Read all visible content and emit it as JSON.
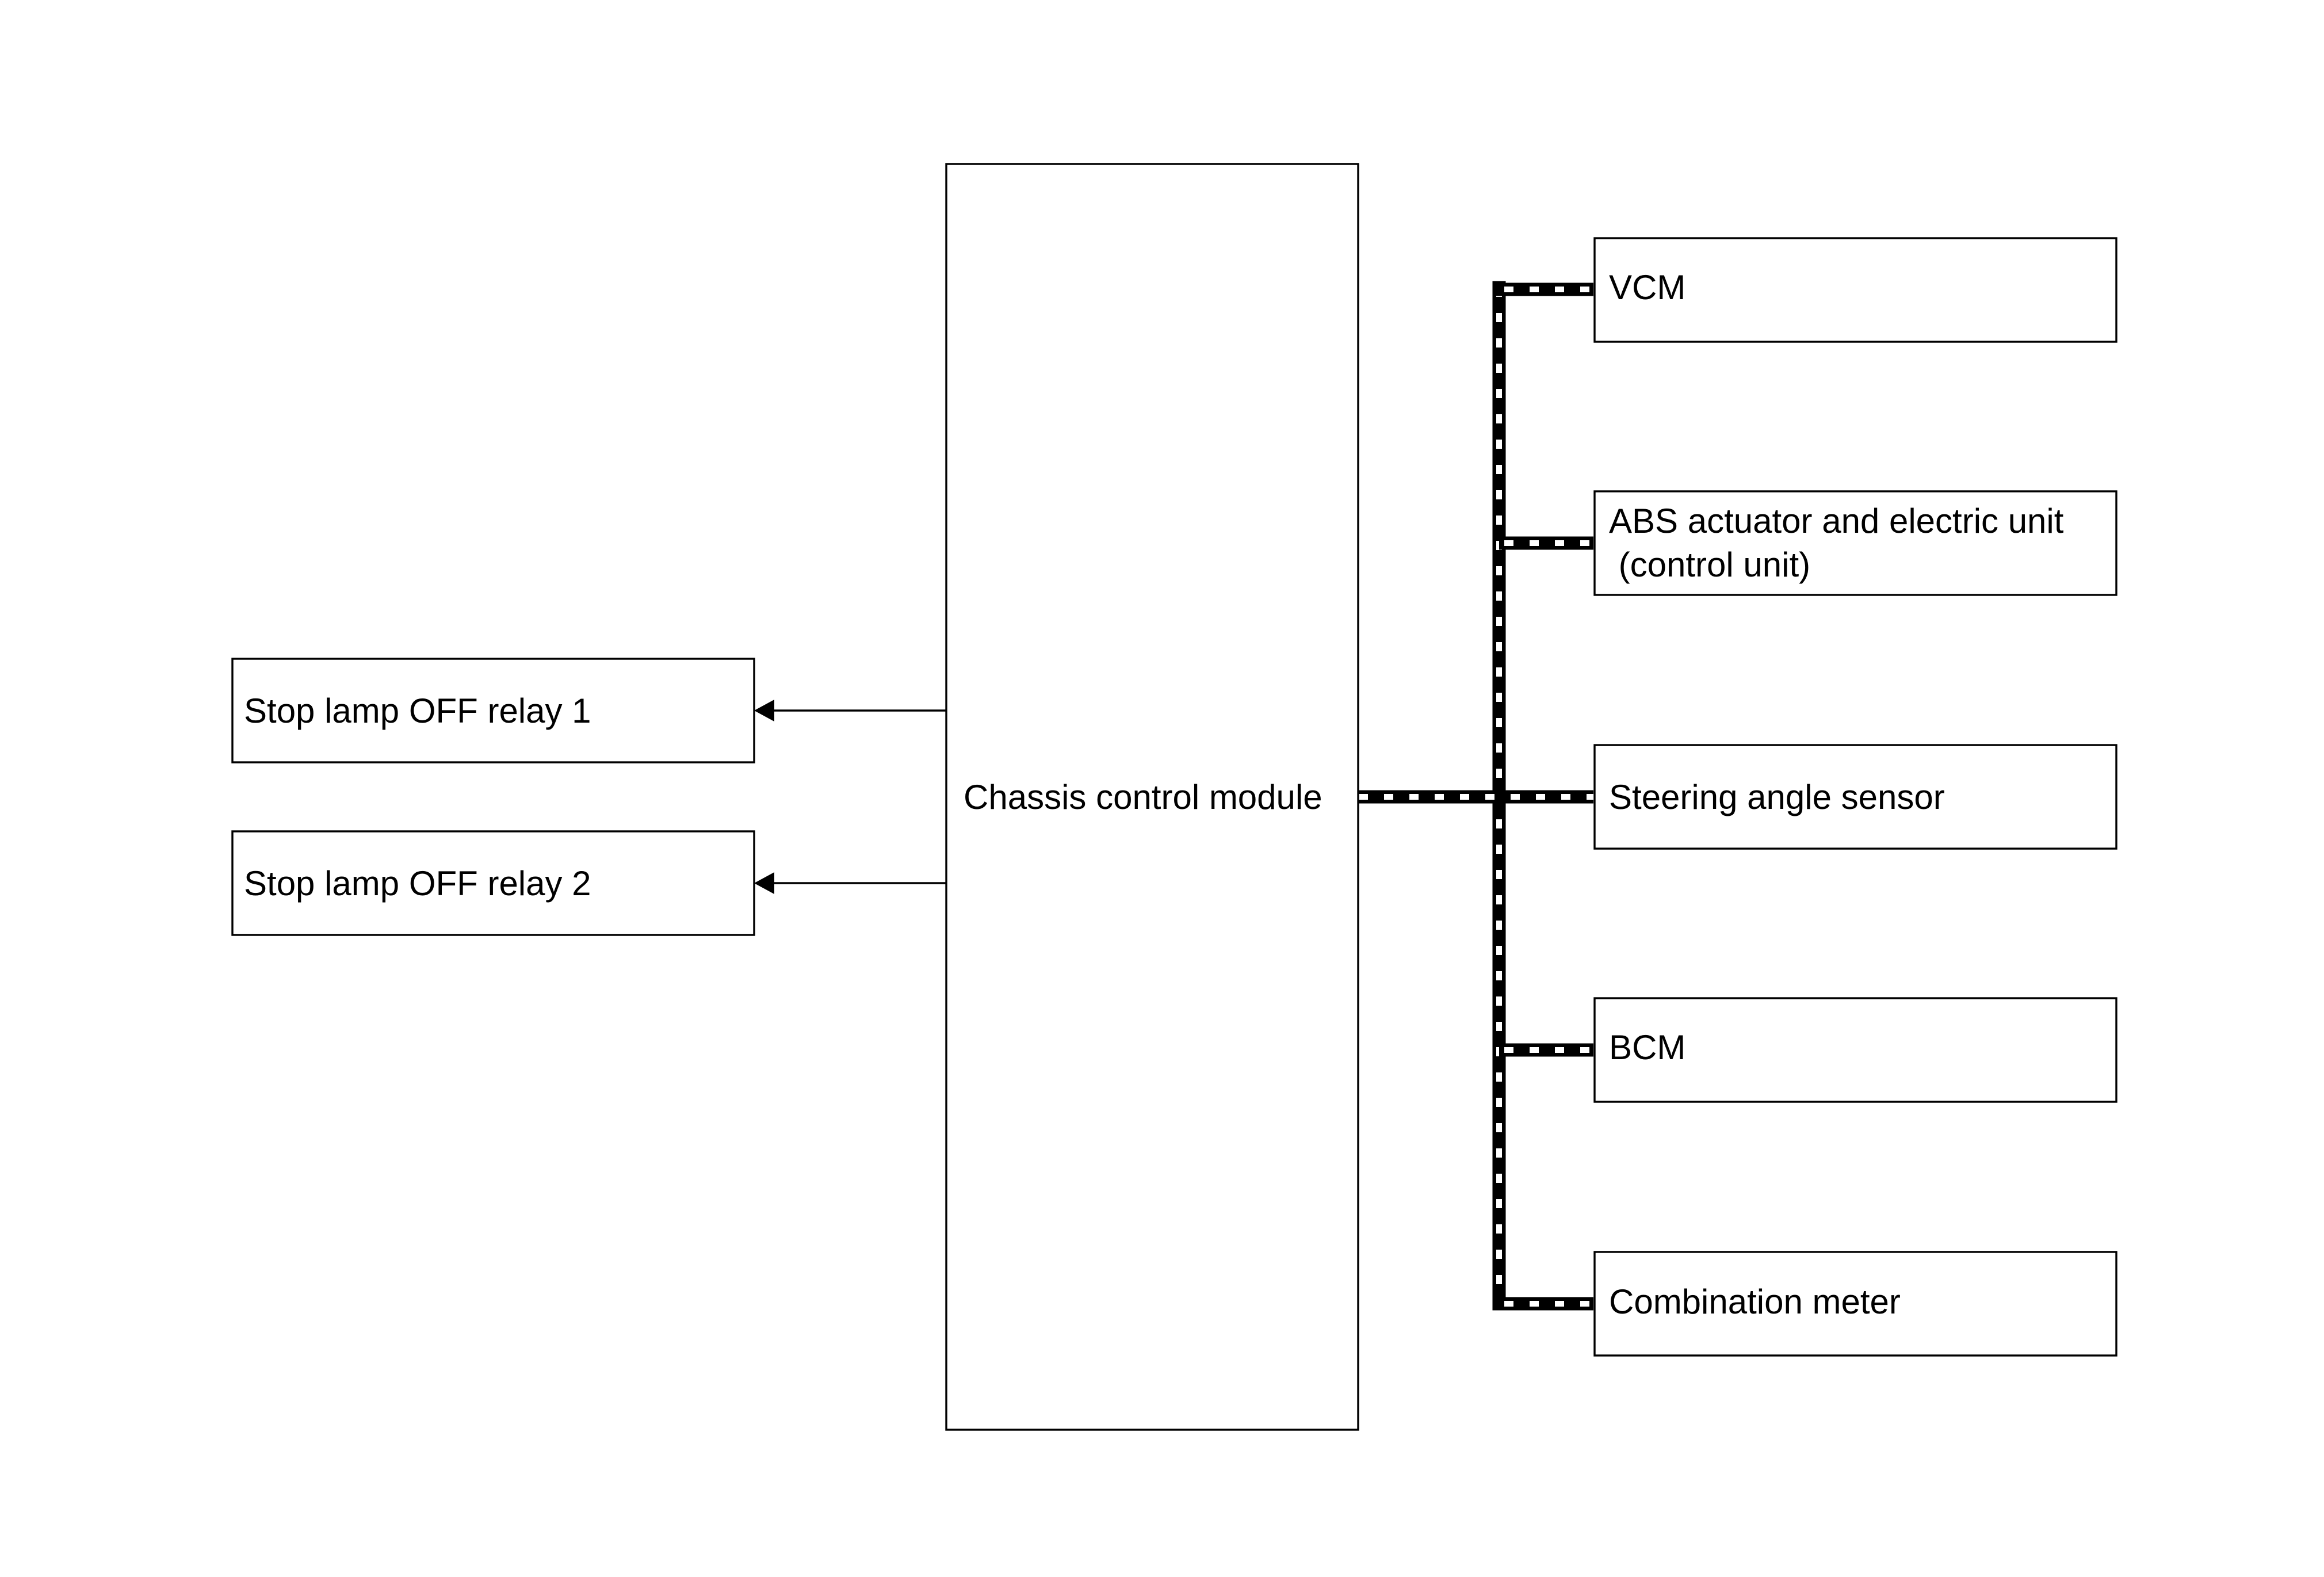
{
  "diagram": {
    "center_module": {
      "label": "Chassis control module"
    },
    "outputs": [
      {
        "label": "Stop lamp OFF relay 1"
      },
      {
        "label": "Stop lamp OFF relay 2"
      }
    ],
    "can_nodes": [
      {
        "lines": [
          "VCM"
        ]
      },
      {
        "lines": [
          "ABS actuator and electric unit",
          " (control unit)"
        ]
      },
      {
        "lines": [
          "Steering angle sensor"
        ]
      },
      {
        "lines": [
          "BCM"
        ]
      },
      {
        "lines": [
          "Combination meter"
        ]
      }
    ]
  }
}
